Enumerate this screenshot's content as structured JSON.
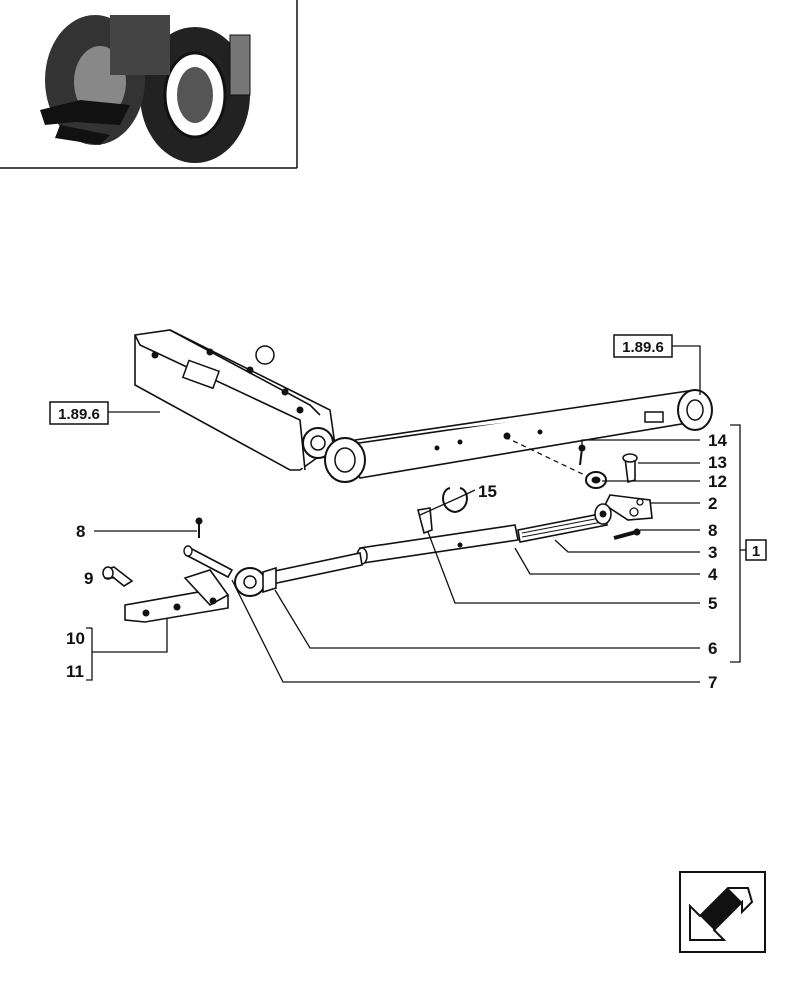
{
  "references": {
    "top_right": "1.89.6",
    "left": "1.89.6"
  },
  "assembly_number": "1",
  "callouts": {
    "c14": "14",
    "c13": "13",
    "c12": "12",
    "c2": "2",
    "c8r": "8",
    "c3": "3",
    "c4": "4",
    "c5": "5",
    "c6": "6",
    "c7": "7",
    "c8l": "8",
    "c9": "9",
    "c10": "10",
    "c11": "11",
    "c15": "15"
  },
  "icons": {
    "thumbnail": "tractor-thumbnail-icon",
    "nav": "next-page-arrow-icon"
  }
}
